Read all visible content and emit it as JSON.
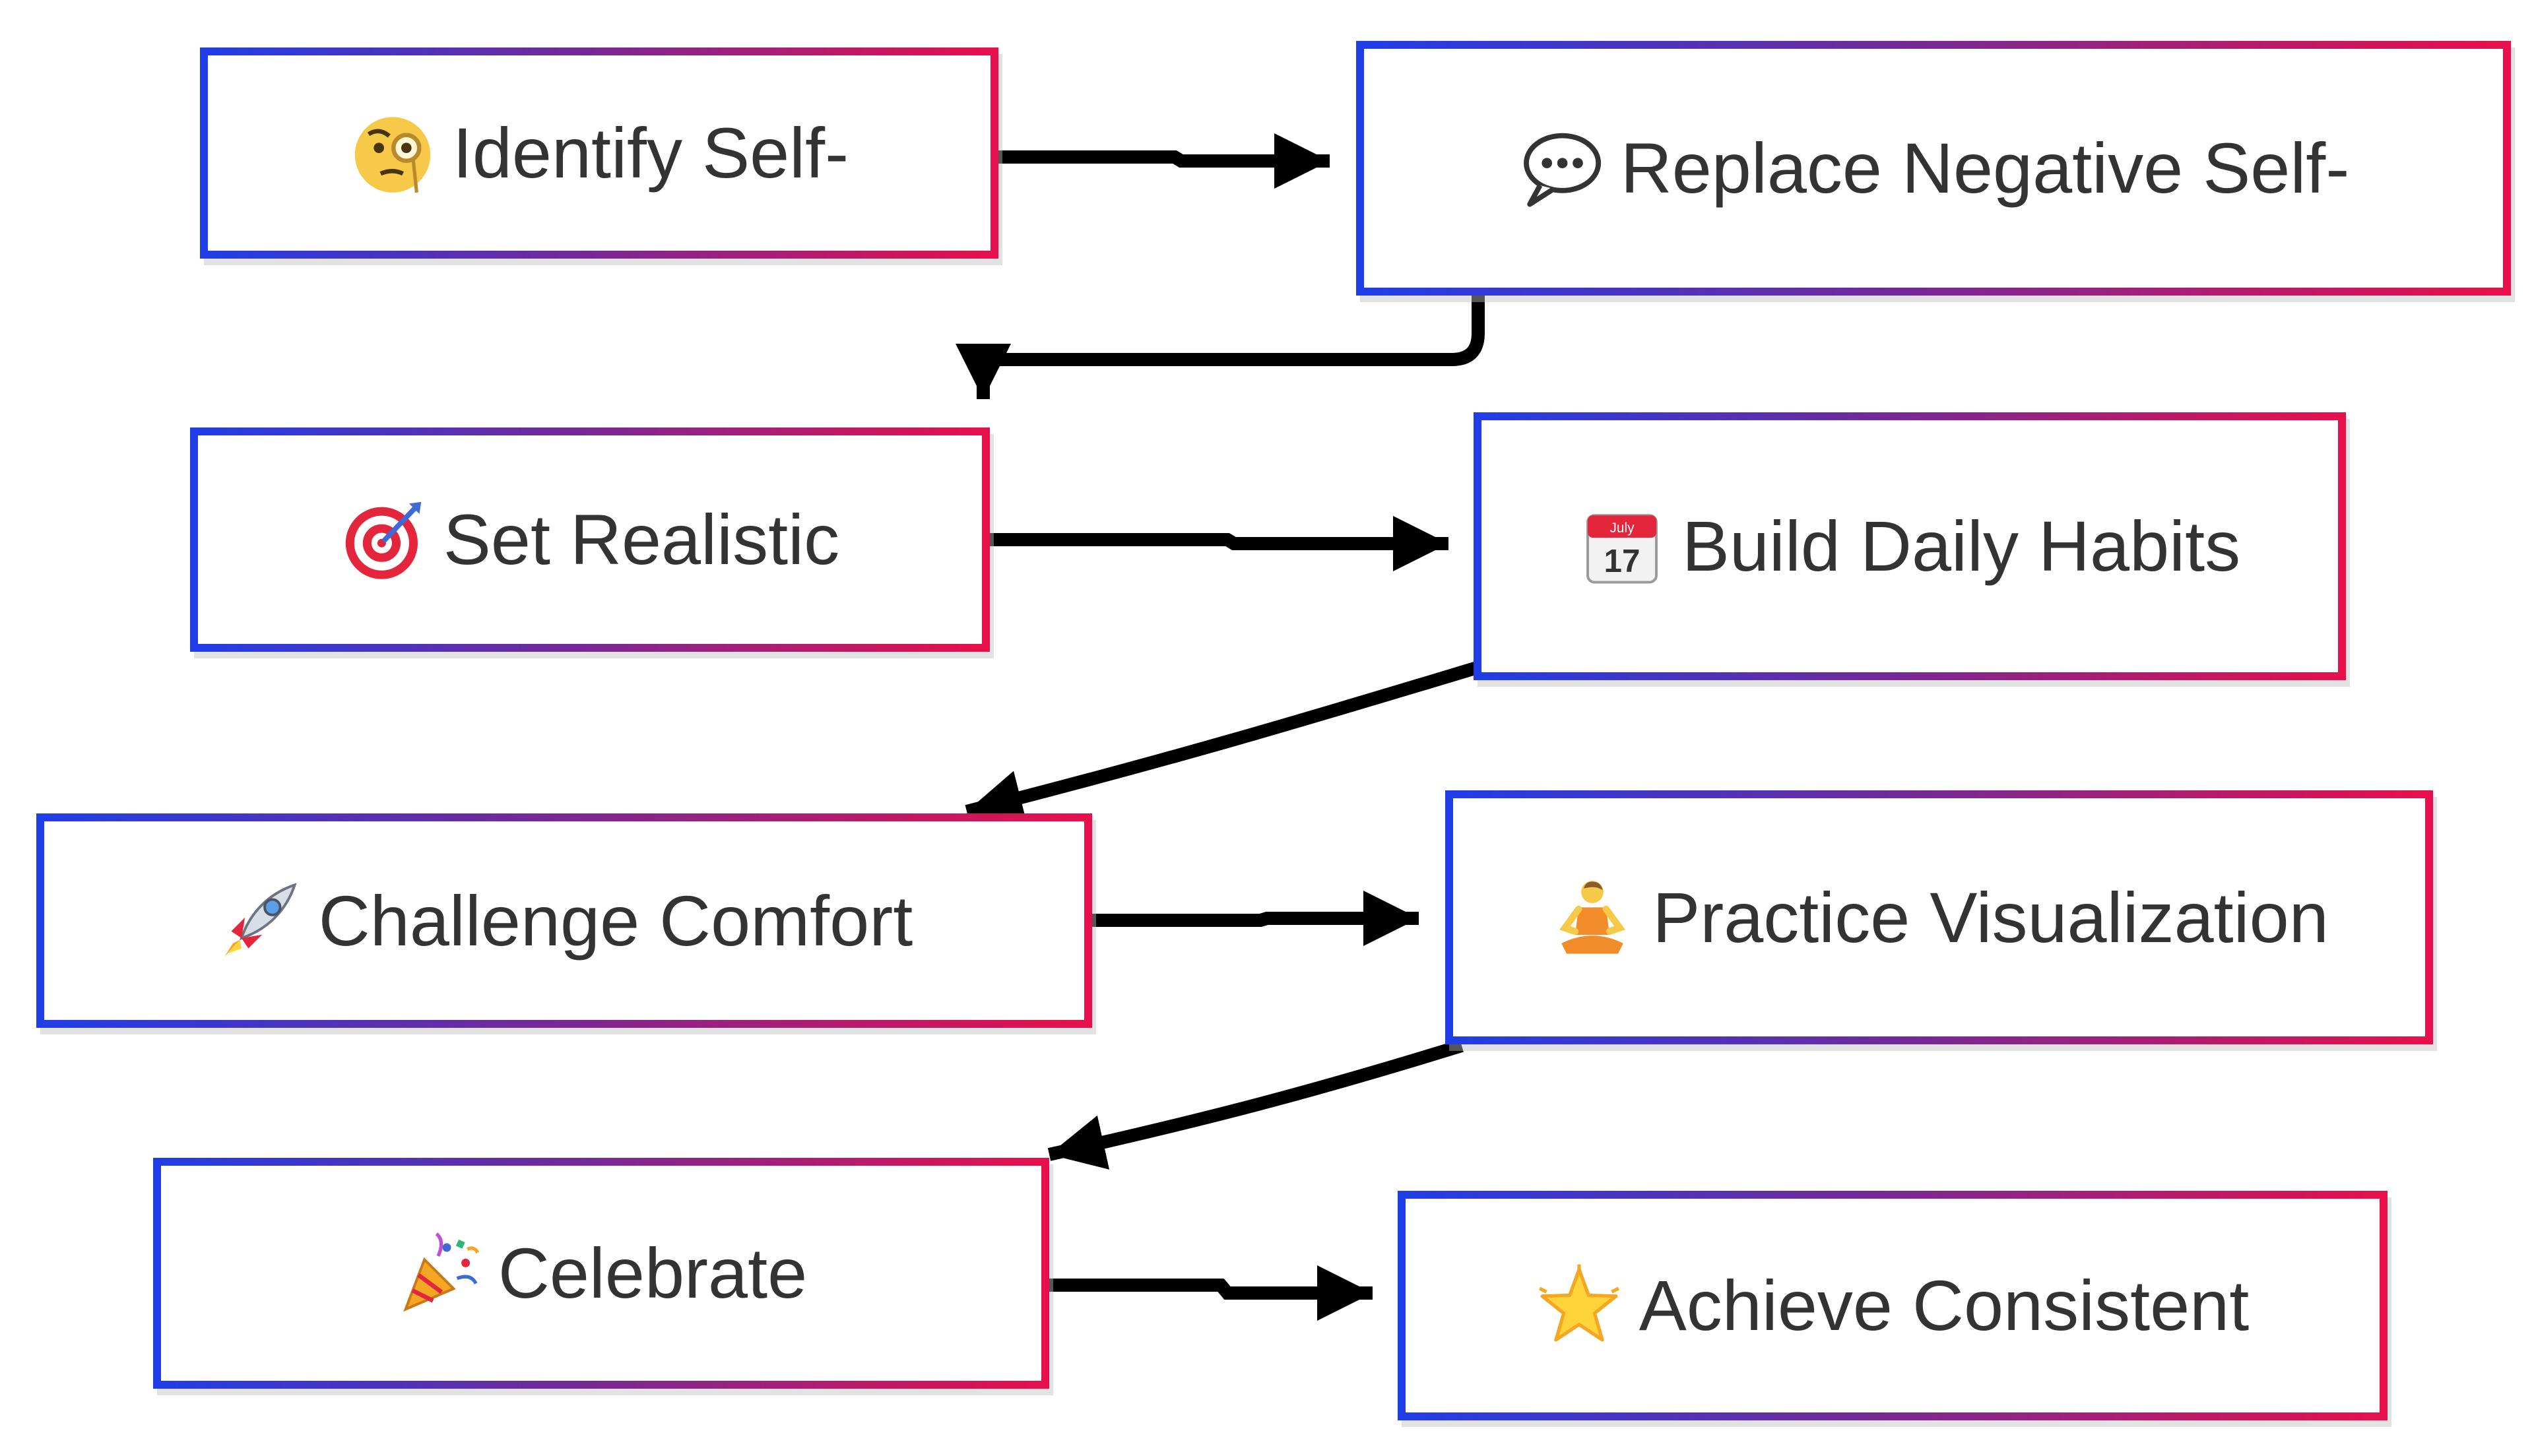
{
  "nodes": [
    {
      "id": "identify",
      "label": "Identify Self-",
      "icon": "face-with-monocle-icon"
    },
    {
      "id": "replace",
      "label": "Replace Negative Self-",
      "icon": "speech-bubble-icon"
    },
    {
      "id": "set",
      "label": "Set Realistic",
      "icon": "bullseye-target-icon"
    },
    {
      "id": "build",
      "label": "Build Daily Habits",
      "icon": "calendar-icon"
    },
    {
      "id": "challenge",
      "label": "Challenge Comfort",
      "icon": "rocket-icon"
    },
    {
      "id": "practice",
      "label": "Practice Visualization",
      "icon": "person-meditating-icon"
    },
    {
      "id": "celebrate",
      "label": "Celebrate",
      "icon": "party-popper-icon"
    },
    {
      "id": "achieve",
      "label": "Achieve Consistent",
      "icon": "glowing-star-icon"
    }
  ],
  "edges": [
    {
      "from": "identify",
      "to": "replace"
    },
    {
      "from": "replace",
      "to": "set"
    },
    {
      "from": "set",
      "to": "build"
    },
    {
      "from": "build",
      "to": "challenge"
    },
    {
      "from": "challenge",
      "to": "practice"
    },
    {
      "from": "practice",
      "to": "celebrate"
    },
    {
      "from": "celebrate",
      "to": "achieve"
    }
  ],
  "colors": {
    "border_start": "#1f3ee8",
    "border_end": "#e8104a",
    "text": "#333333",
    "edge": "#000000"
  }
}
